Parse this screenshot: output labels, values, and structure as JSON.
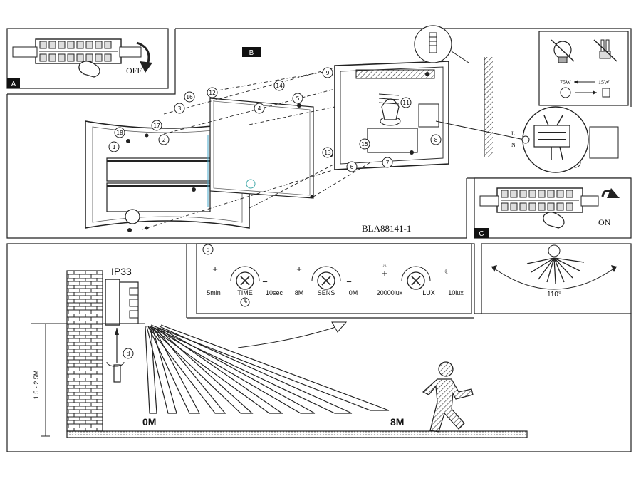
{
  "panel_a": {
    "letter": "A",
    "action": "OFF"
  },
  "panel_b": {
    "letter": "B",
    "model": "BLA88141-1"
  },
  "panel_c": {
    "letter": "C",
    "action": "ON"
  },
  "lamps": {
    "high_watt": "75W",
    "low_watt": "15W"
  },
  "wiring": {
    "live": "L",
    "neutral": "N"
  },
  "parts": [
    "1",
    "2",
    "3",
    "4",
    "5",
    "6",
    "7",
    "8",
    "9",
    "10",
    "11",
    "12",
    "13",
    "14",
    "15",
    "16",
    "17",
    "18"
  ],
  "sensor": {
    "rating": "IP33",
    "mount_height": "1.5 - 2.5M",
    "range_start": "0M",
    "range_end": "8M",
    "angle": "110°"
  },
  "controls": {
    "marker": "d",
    "plus": "+",
    "minus": "−",
    "time": {
      "name": "TIME",
      "min": "5min",
      "max": "10sec"
    },
    "sens": {
      "name": "SENS",
      "min": "8M",
      "max": "0M"
    },
    "lux": {
      "name": "LUX",
      "min": "20000lux",
      "max": "10lux"
    }
  }
}
